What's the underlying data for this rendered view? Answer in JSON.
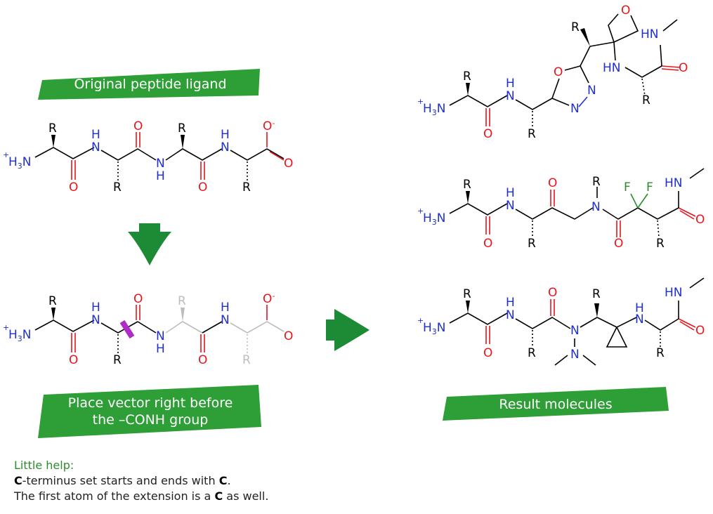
{
  "banners": {
    "original": "Original peptide ligand",
    "place_line1": "Place vector right before",
    "place_line2": "the –CONH group",
    "result": "Result molecules"
  },
  "help": {
    "title": "Little help:",
    "line1_bold": "C",
    "line1_rest": "-terminus set starts and ends with ",
    "line1_bold2": "C",
    "line1_end": ".",
    "line2_pre": "The first atom of the extension is a ",
    "line2_bold": "C",
    "line2_post": " as well."
  },
  "atoms": {
    "R": "R",
    "H": "H",
    "N": "N",
    "O": "O",
    "F": "F",
    "HN": "HN",
    "charge": "+",
    "H3N_main": "H",
    "H3N_sub": "3",
    "H3N_N": "N",
    "O_minus": "-"
  },
  "colors": {
    "green": "#2e9e36",
    "dark_green": "#1d8a35",
    "oxygen": "#e8141c",
    "nitrogen": "#1f2fd6",
    "fluorine": "#2a8c2a",
    "vector": "#b02ac8",
    "faded": "#bdbdbd"
  }
}
